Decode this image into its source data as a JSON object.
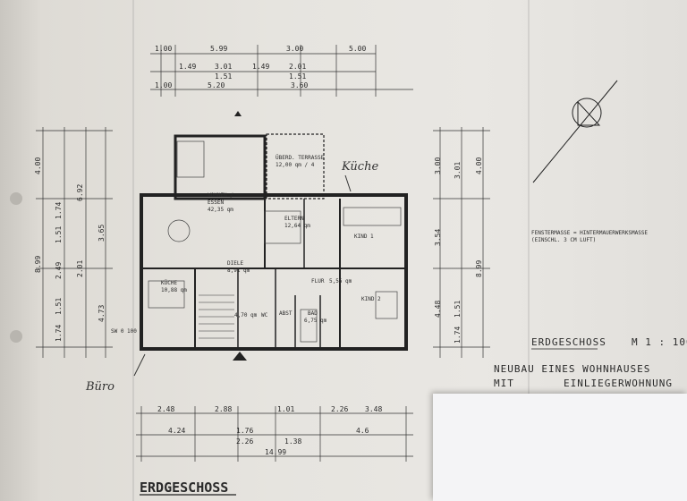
{
  "dims_top": {
    "row1": [
      "1.00",
      "5.99",
      "3.00",
      "5.00"
    ],
    "row2": [
      "1.49",
      "3.01",
      "1.49",
      "2.01"
    ],
    "row3": [
      "1.51",
      "1.51"
    ],
    "row4": [
      "1.00",
      "5.20",
      "3.60"
    ]
  },
  "dims_bottom": {
    "row1": [
      "2.48",
      "2.88",
      "1.01",
      "2.26",
      "3.48"
    ],
    "row2": [
      "4.24",
      "1.76",
      "4.6"
    ],
    "row3": [
      "2.26",
      "1.38"
    ],
    "total": "14.99"
  },
  "dims_left": [
    "4.00",
    "8.99",
    "6.92",
    "1.74",
    "3.65",
    "1.51",
    "2.49",
    "1.51",
    "4.73",
    "2.01",
    "1.74"
  ],
  "dims_right": [
    "3.00",
    "4.00",
    "3.01",
    "3.54",
    "8.99",
    "4.48",
    "1.51",
    "1.74"
  ],
  "rooms": {
    "terrasse": "ÜBERD. TERRASSE",
    "terrasse_area": "12,00 qm / 4",
    "wohnen": "WOHNEN /",
    "essen": "ESSEN",
    "wohnen_area": "42,35 qm",
    "eltern": "ELTERN",
    "eltern_area": "12,64 qm",
    "kind1": "KIND 1",
    "diele": "DIELE",
    "diele_area": "8,91 qm",
    "kueche": "KÜCHE",
    "kueche_area": "10,88 qm",
    "flur": "FLUR",
    "flur_area": "5,55 qm",
    "kind2": "KIND 2",
    "abst": "ABST",
    "bad": "BAD",
    "bad_area": "6,75 qm",
    "wc": "WC",
    "treppe_area": "4,70 qm"
  },
  "handwriting": {
    "kueche": "Küche",
    "buero": "Büro"
  },
  "notes": {
    "fenster": "FENSTERMASSE = HINTERMAUERWERKSMASSE",
    "einschl": "(EINSCHL. 3 CM LUFT)",
    "sw": "SW 0 100"
  },
  "titles": {
    "erdgeschoss": "ERDGESCHOSS",
    "massstab": "M 1 : 100",
    "neubau": "NEUBAU EINES WOHNHAUSES",
    "mit": "MIT",
    "einlieger": "EINLIEGERWOHNUNG",
    "footer": "ERDGESCHOSS"
  }
}
